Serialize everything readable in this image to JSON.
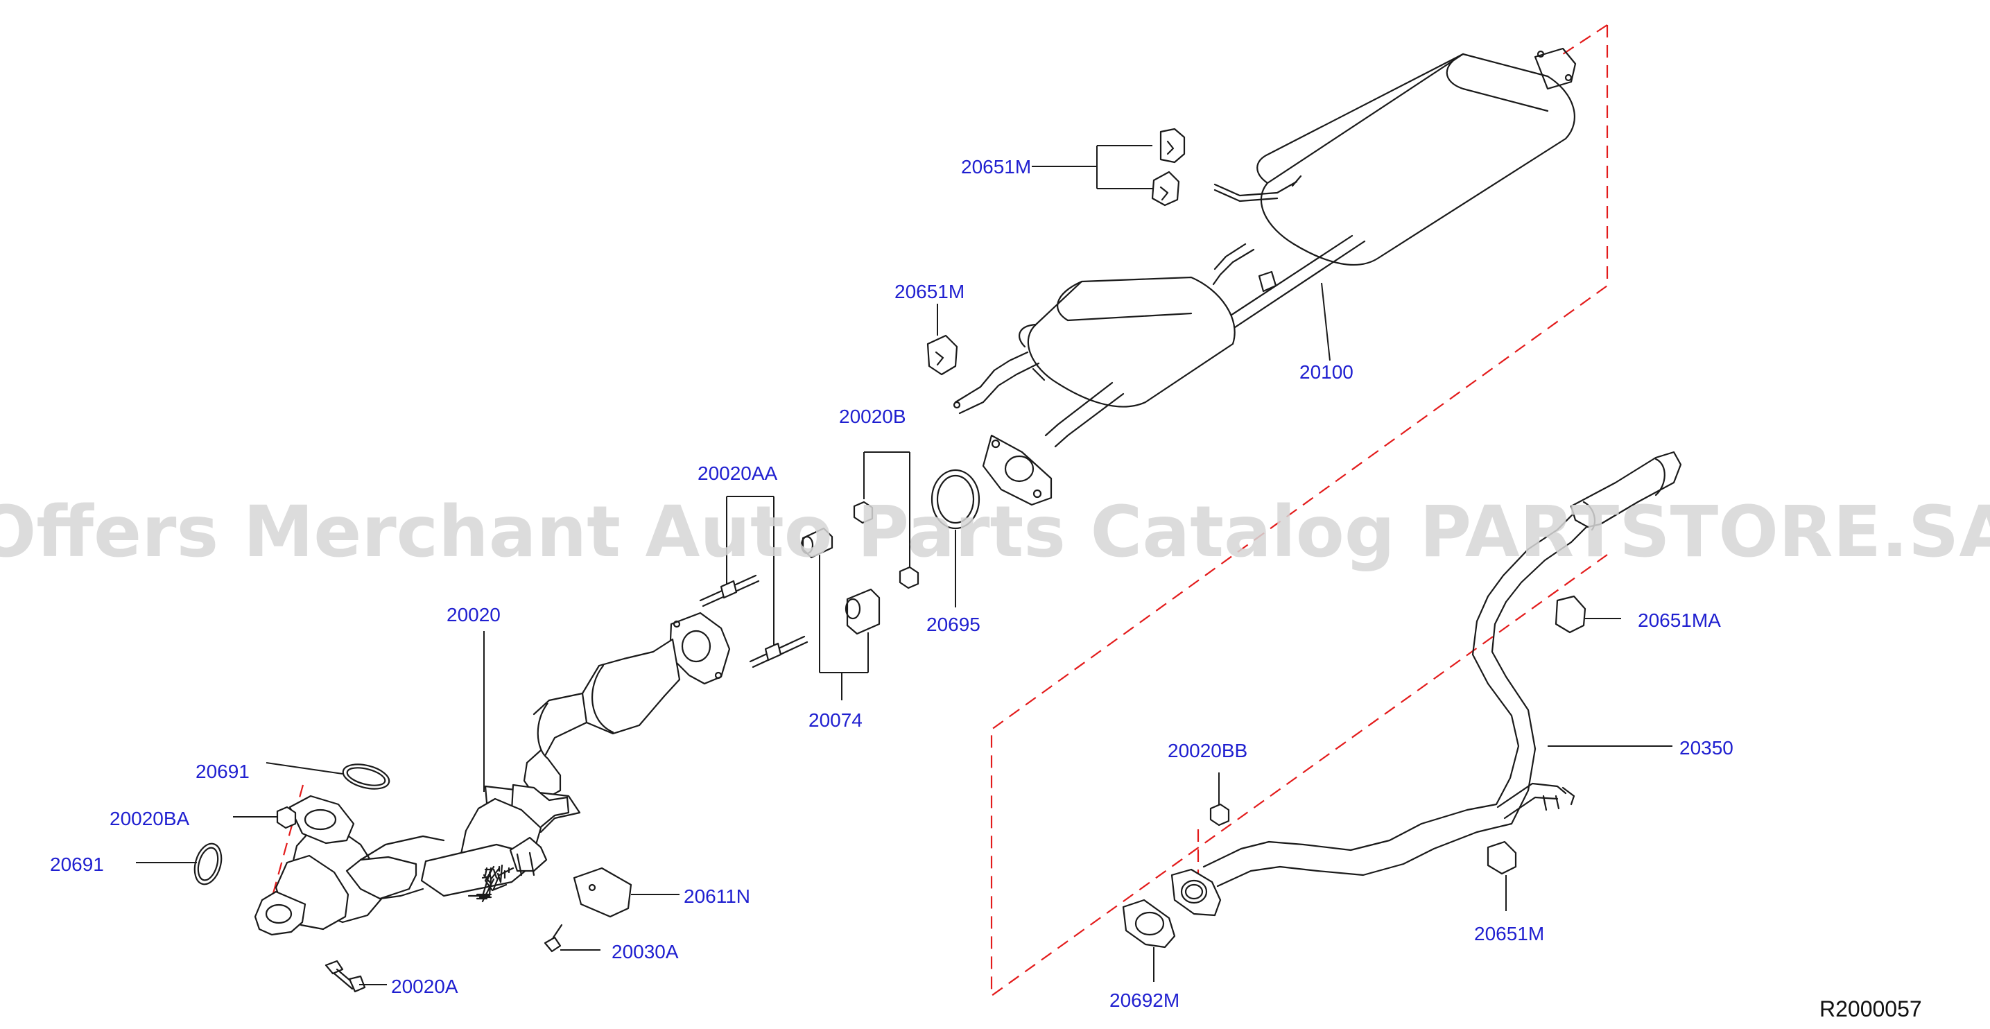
{
  "watermark": "Offers Merchant Auto Parts Catalog PARTSTORE.SA",
  "diagram_ref": "R2000057",
  "part_labels": {
    "p20651M_top": "20651M",
    "p20651M_mid": "20651M",
    "p20100": "20100",
    "p20020B": "20020B",
    "p20020AA": "20020AA",
    "p20695": "20695",
    "p20074": "20074",
    "p20020": "20020",
    "p20691_a": "20691",
    "p20020BA": "20020BA",
    "p20691_b": "20691",
    "p20611N": "20611N",
    "p20030A": "20030A",
    "p20020A": "20020A",
    "p20651MA": "20651MA",
    "p20350": "20350",
    "p20020BB": "20020BB",
    "p20651M_bot": "20651M",
    "p20692M": "20692M"
  },
  "colors": {
    "label": "#1f1fd0",
    "line": "#1a1a1a",
    "dashed_boundary": "#e31b1b",
    "watermark": "#d6d6d6"
  }
}
